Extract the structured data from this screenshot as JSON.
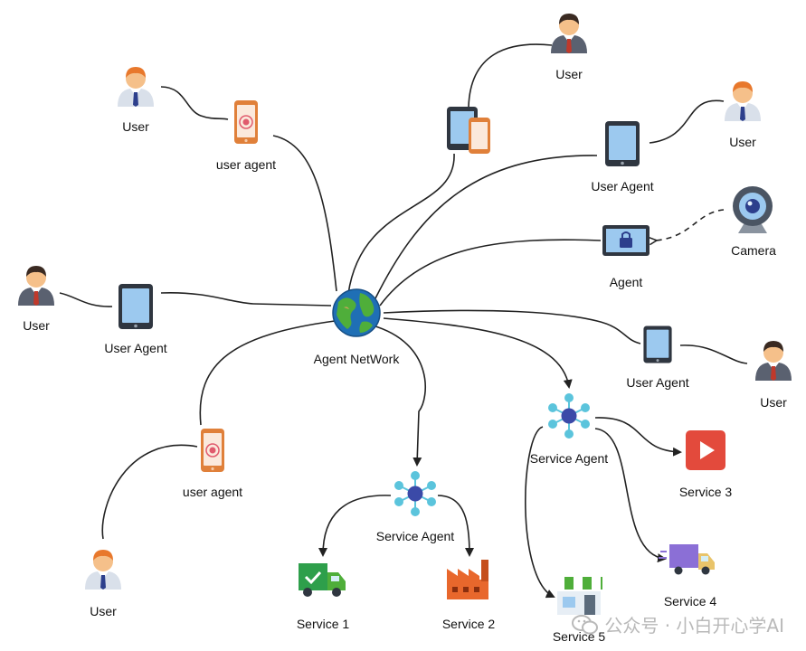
{
  "hub": {
    "label": "Agent NetWork",
    "icon": "globe-icon"
  },
  "users": {
    "user_tl": "User",
    "user_top": "User",
    "user_tr": "User",
    "user_left": "User",
    "user_right": "User",
    "user_bl": "User"
  },
  "agents": {
    "user_agent_phone_top": "user agent",
    "user_agent_tablet_tr": "User Agent",
    "agent_locked": "Agent",
    "user_agent_tablet_left": "User Agent",
    "user_agent_tablet_right": "User Agent",
    "user_agent_phone_bottom": "user agent",
    "service_agent_right": "Service Agent",
    "service_agent_bottom": "Service Agent"
  },
  "devices": {
    "camera": "Camera"
  },
  "services": {
    "s1": "Service 1",
    "s2": "Service 2",
    "s3": "Service 3",
    "s4": "Service 4",
    "s5": "Service 5"
  },
  "watermark": {
    "text": "公众号 · 小白开心学AI",
    "icon": "wechat-icon"
  },
  "colors": {
    "line": "#222222",
    "service_agent_nodes": "#5bc4dc",
    "service_agent_center": "#3b4aa8",
    "service3_red": "#e34a3c",
    "service1_green": "#2e9f4b",
    "service4_purple": "#8b6fd6",
    "factory_orange": "#e8672c"
  }
}
